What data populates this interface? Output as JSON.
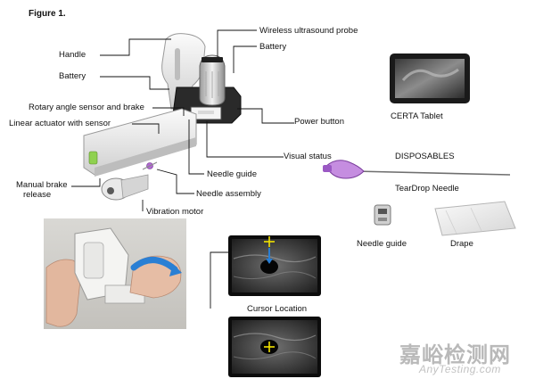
{
  "figure_title": "Figure 1.",
  "labels": {
    "handle": "Handle",
    "battery_left": "Battery",
    "rotary_sensor": "Rotary angle sensor and brake",
    "linear_actuator": "Linear actuator with sensor",
    "manual_brake_line1": "Manual brake",
    "manual_brake_line2": "release",
    "vibration_motor": "Vibration motor",
    "wireless_probe": "Wireless ultrasound probe",
    "battery_right": "Battery",
    "power_button": "Power button",
    "visual_status": "Visual status",
    "needle_guide_main": "Needle guide",
    "needle_assembly": "Needle assembly",
    "certa_tablet": "CERTA Tablet",
    "disposables": "DISPOSABLES",
    "teardrop_needle": "TearDrop Needle",
    "needle_guide_disposable": "Needle guide",
    "drape": "Drape",
    "cursor_location": "Cursor Location"
  },
  "watermark": {
    "chinese": "嘉峪检测网",
    "english": "AnyTesting.com"
  },
  "colors": {
    "led_green": "#8fd14f",
    "needle_purple": "#b06ad0",
    "cursor_yellow": "#f2e200",
    "arrow_blue": "#2a7fd4"
  }
}
